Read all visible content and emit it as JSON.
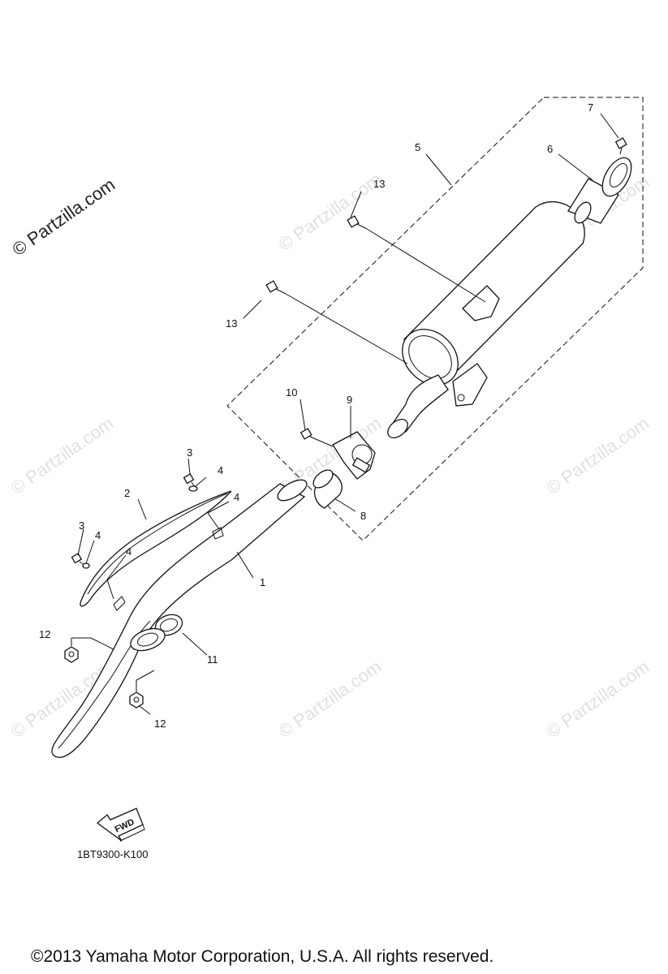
{
  "callouts": {
    "c1": "1",
    "c2": "2",
    "c3a": "3",
    "c3b": "3",
    "c4a": "4",
    "c4b": "4",
    "c4c": "4",
    "c4d": "4",
    "c5": "5",
    "c6": "6",
    "c7": "7",
    "c8": "8",
    "c9": "9",
    "c10": "10",
    "c11": "11",
    "c12a": "12",
    "c12b": "12",
    "c13a": "13",
    "c13b": "13"
  },
  "watermark": {
    "main": "© Partzilla.com",
    "repeat": "© Partzilla.com"
  },
  "fwd_label": "FWD",
  "diagram_code": "1BT9300-K100",
  "copyright": "©2013  Yamaha Motor Corporation, U.S.A. All rights reserved."
}
